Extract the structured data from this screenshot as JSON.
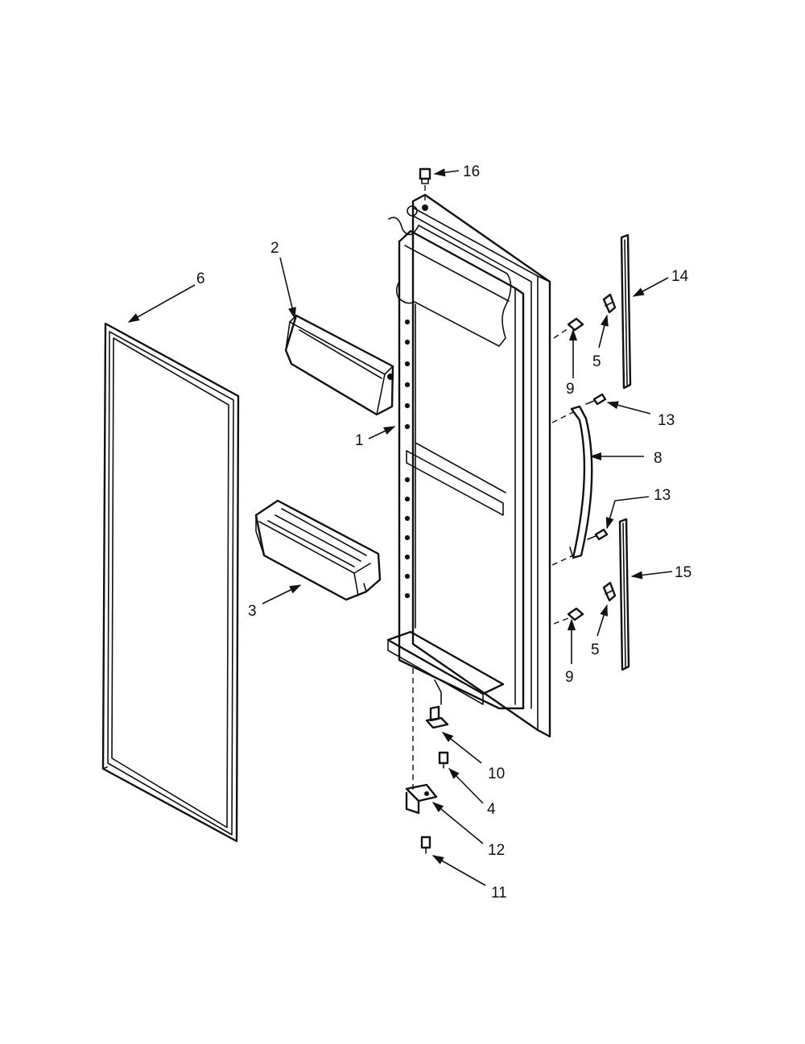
{
  "callouts": {
    "c1": "1",
    "c2": "2",
    "c3": "3",
    "c4": "4",
    "c5a": "5",
    "c5b": "5",
    "c6": "6",
    "c8": "8",
    "c9a": "9",
    "c9b": "9",
    "c10": "10",
    "c11": "11",
    "c12": "12",
    "c13a": "13",
    "c13b": "13",
    "c14": "14",
    "c15": "15",
    "c16": "16"
  }
}
